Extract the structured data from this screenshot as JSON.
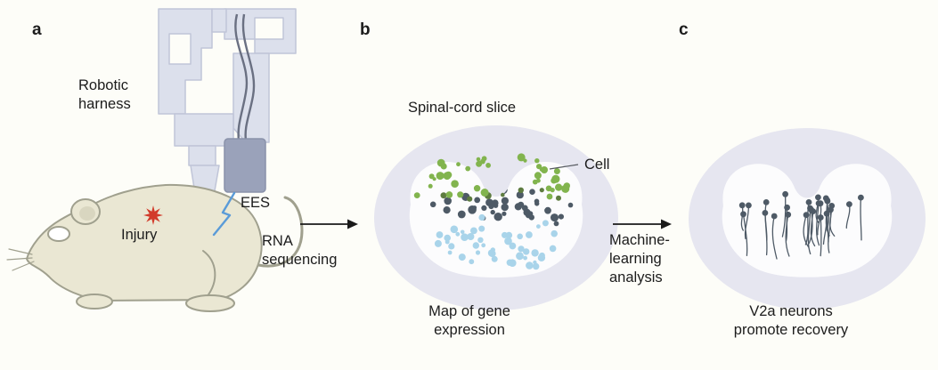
{
  "figure": {
    "panel_a": {
      "label": "a",
      "harness_label": "Robotic\nharness",
      "ees_label": "EES",
      "injury_label": "Injury",
      "arrow_label": "RNA\nsequencing"
    },
    "panel_b": {
      "label": "b",
      "title": "Spinal-cord slice",
      "cell_label": "Cell",
      "caption": "Map of gene\nexpression",
      "arrow_label": "Machine-\nlearning\nanalysis"
    },
    "panel_c": {
      "label": "c",
      "caption": "V2a neurons\npromote recovery"
    },
    "colors": {
      "background": "#fdfdf8",
      "text": "#1c1c1c",
      "slice_fill": "#e6e6f0",
      "gray_matter": "#fcfcfd",
      "cell_green": "#82b44e",
      "cell_olive": "#5e7c40",
      "cell_dark": "#4e5a66",
      "cell_blue": "#a9d4ea",
      "neuron": "#4e5a66",
      "mouse_fill": "#eae7d3",
      "mouse_stroke": "#a0a08e",
      "harness_fill": "#dce0ec",
      "harness_stroke": "#c0c5d8",
      "harness_dark": "#9aa2ba",
      "wire": "#6a7082",
      "injury_red": "#d23b2a",
      "bolt_blue": "#5a9bd8",
      "arrow": "#1a1a1a"
    }
  }
}
